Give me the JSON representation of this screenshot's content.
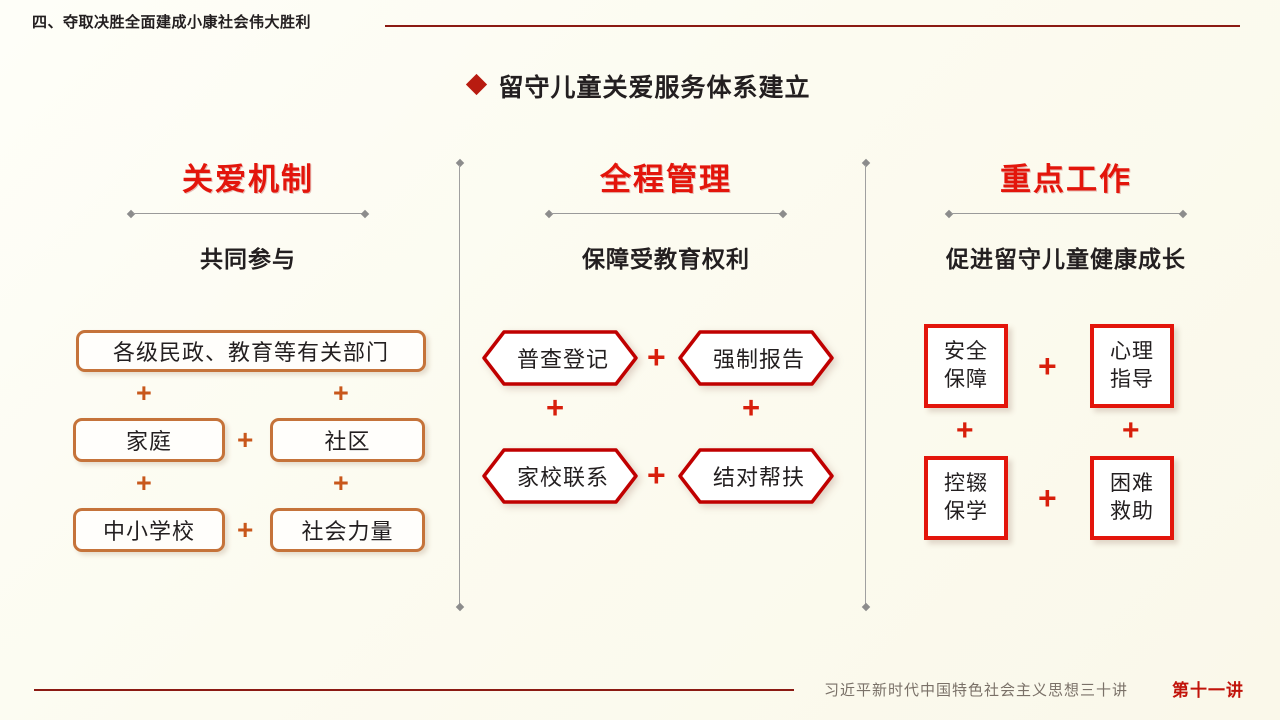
{
  "header": {
    "section_title": "四、夺取决胜全面建成小康社会伟大胜利",
    "rule_color": "#8B1A13"
  },
  "title": {
    "bullet_icon": "diamond-bullet-icon",
    "text": "留守儿童关爱服务体系建立"
  },
  "theme": {
    "background": "#FDFCF3",
    "accent_red": "#E3150B",
    "accent_orange": "#C5733A",
    "dark_red": "#C00000",
    "text_dark": "#231F20"
  },
  "columns": [
    {
      "id": "care-mechanism",
      "title": "关爱机制",
      "subtitle": "共同参与",
      "shape": "rounded-box",
      "nodes": [
        {
          "label": "各级民政、教育等有关部门"
        },
        {
          "label": "家庭"
        },
        {
          "label": "社区"
        },
        {
          "label": "中小学校"
        },
        {
          "label": "社会力量"
        }
      ],
      "connectors": [
        "+",
        "+",
        "+",
        "+",
        "+",
        "+",
        "+"
      ]
    },
    {
      "id": "whole-process-management",
      "title": "全程管理",
      "subtitle": "保障受教育权利",
      "shape": "hexagon",
      "nodes": [
        {
          "label": "普查登记"
        },
        {
          "label": "强制报告"
        },
        {
          "label": "家校联系"
        },
        {
          "label": "结对帮扶"
        }
      ],
      "connectors": [
        "+",
        "+",
        "+",
        "+"
      ]
    },
    {
      "id": "key-work",
      "title": "重点工作",
      "subtitle": "促进留守儿童健康成长",
      "shape": "square-box",
      "nodes": [
        {
          "line1": "安全",
          "line2": "保障"
        },
        {
          "line1": "心理",
          "line2": "指导"
        },
        {
          "line1": "控辍",
          "line2": "保学"
        },
        {
          "line1": "困难",
          "line2": "救助"
        }
      ],
      "connectors": [
        "+",
        "+",
        "+",
        "+"
      ]
    }
  ],
  "footer": {
    "series_title": "习近平新时代中国特色社会主义思想三十讲",
    "lecture_badge": "第十一讲"
  }
}
